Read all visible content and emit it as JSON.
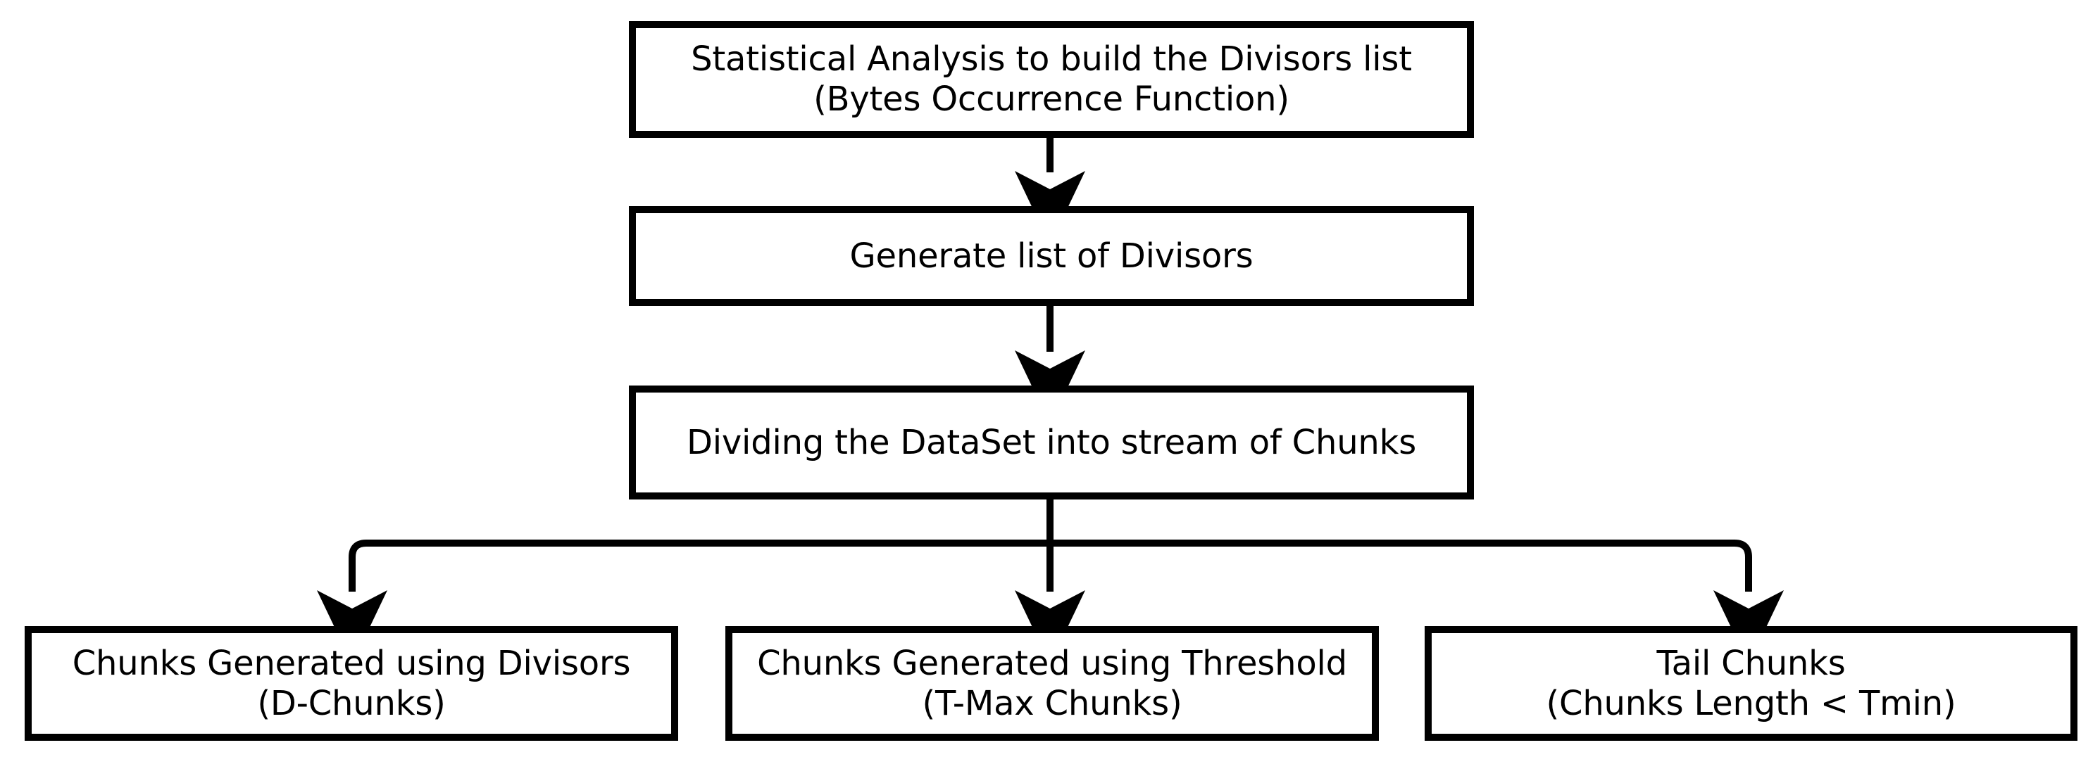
{
  "diagram": {
    "title": "Dataset chunking process flowchart",
    "stroke_color": "#000000",
    "fill_color": "#ffffff",
    "text_color": "#000000",
    "nodes": [
      {
        "id": "stat-analysis",
        "lines": [
          "Statistical Analysis to build the Divisors list",
          "(Bytes Occurrence Function)"
        ]
      },
      {
        "id": "generate-divisors",
        "lines": [
          "Generate list of Divisors"
        ]
      },
      {
        "id": "divide-dataset",
        "lines": [
          "Dividing the DataSet into stream of Chunks"
        ]
      },
      {
        "id": "d-chunks",
        "lines": [
          "Chunks Generated using Divisors",
          "(D-Chunks)"
        ]
      },
      {
        "id": "t-max-chunks",
        "lines": [
          "Chunks Generated using Threshold",
          "(T-Max Chunks)"
        ]
      },
      {
        "id": "tail-chunks",
        "lines": [
          "Tail Chunks",
          "(Chunks Length < Tmin)"
        ]
      }
    ],
    "edges": [
      {
        "id": "edge-1",
        "from": "stat-analysis",
        "to": "generate-divisors",
        "style": "straight-arrow"
      },
      {
        "id": "edge-2",
        "from": "generate-divisors",
        "to": "divide-dataset",
        "style": "straight-arrow"
      },
      {
        "id": "edge-3",
        "from": "divide-dataset",
        "to": "d-chunks",
        "style": "elbow-arrow-left"
      },
      {
        "id": "edge-4",
        "from": "divide-dataset",
        "to": "t-max-chunks",
        "style": "straight-arrow"
      },
      {
        "id": "edge-5",
        "from": "divide-dataset",
        "to": "tail-chunks",
        "style": "elbow-arrow-right"
      }
    ]
  }
}
